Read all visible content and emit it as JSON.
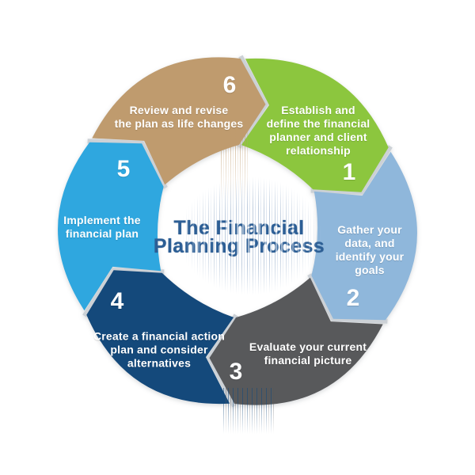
{
  "title": {
    "text": "The Financial\nPlanning Process",
    "color": "#2c5e95"
  },
  "segments": [
    {
      "number": "1",
      "label": "Establish and\ndefine the financial\nplanner and client\nrelationship",
      "color": "#8cc63e"
    },
    {
      "number": "2",
      "label": "Gather your\ndata, and\nidentify your\ngoals",
      "color": "#8fb7db"
    },
    {
      "number": "3",
      "label": "Evaluate your current\nfinancial picture",
      "color": "#58595b"
    },
    {
      "number": "4",
      "label": "Create a financial action\nplan and consider\nalternatives",
      "color": "#14497b"
    },
    {
      "number": "5",
      "label": "Implement the\nfinancial plan",
      "color": "#2fa7df"
    },
    {
      "number": "6",
      "label": "Review and revise\nthe plan as life changes",
      "color": "#bf9b6e"
    }
  ],
  "edge_color": "#ccd1d6",
  "label_text_color": "#ffffff"
}
